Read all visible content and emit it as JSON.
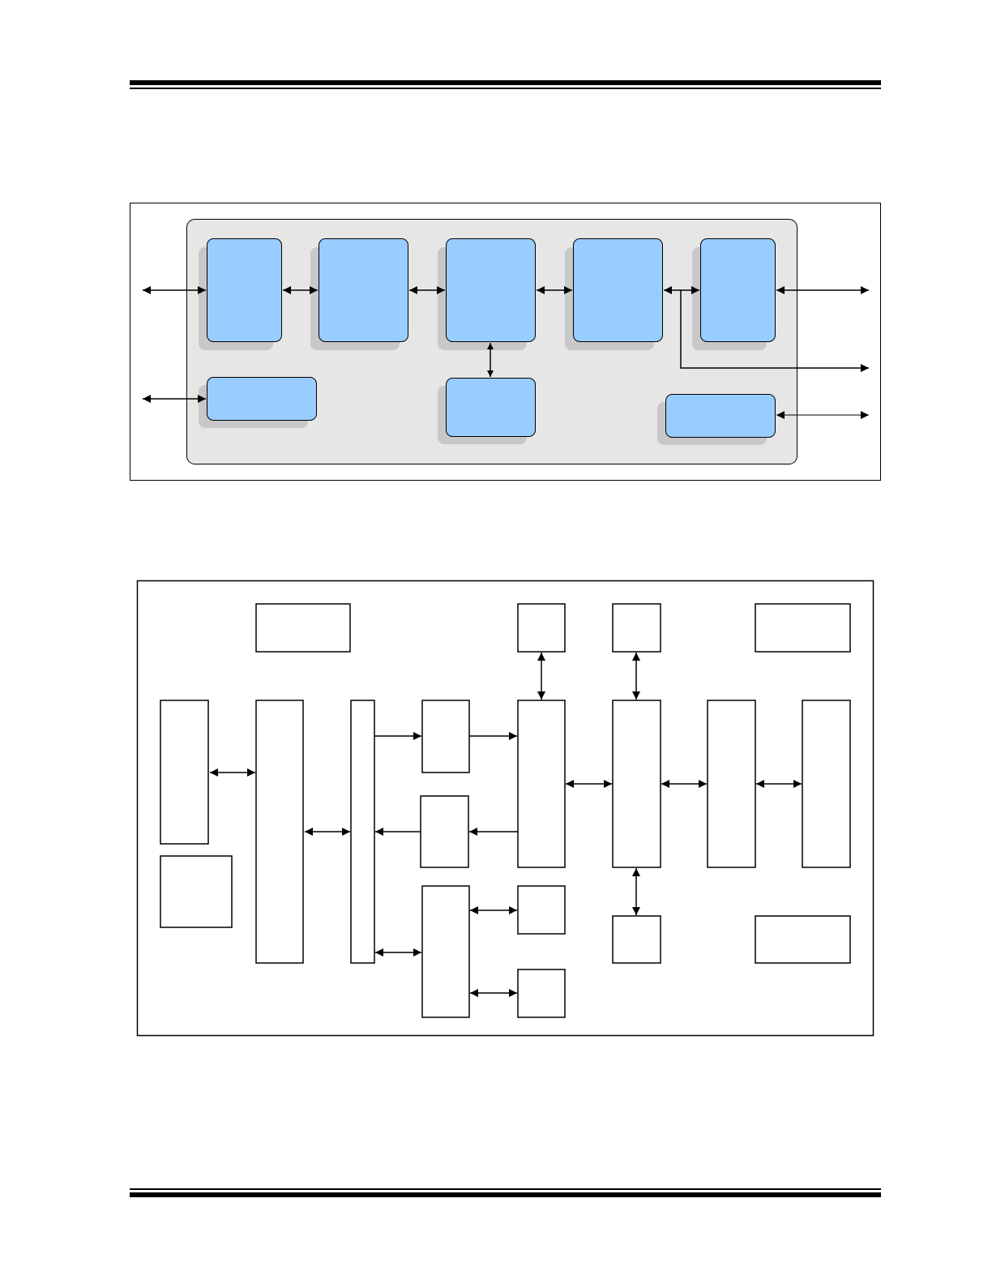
{
  "page": {
    "header_rules": "double",
    "footer_rules": "double"
  },
  "diagram_top": {
    "title": "",
    "container_color": "#e6e6e6",
    "block_color": "#99ccff",
    "blocks": [
      {
        "id": "block-1",
        "label": ""
      },
      {
        "id": "block-2",
        "label": ""
      },
      {
        "id": "block-3",
        "label": ""
      },
      {
        "id": "block-4",
        "label": ""
      },
      {
        "id": "block-5",
        "label": ""
      },
      {
        "id": "block-6",
        "label": ""
      },
      {
        "id": "block-7",
        "label": ""
      },
      {
        "id": "block-8",
        "label": ""
      }
    ]
  },
  "diagram_bottom": {
    "title": "",
    "box_color": "#ffffff",
    "blocks": [
      {
        "id": "box-a",
        "label": ""
      },
      {
        "id": "box-b",
        "label": ""
      },
      {
        "id": "box-c",
        "label": ""
      },
      {
        "id": "box-d",
        "label": ""
      },
      {
        "id": "box-e",
        "label": ""
      },
      {
        "id": "box-f",
        "label": ""
      },
      {
        "id": "box-g",
        "label": ""
      },
      {
        "id": "box-h",
        "label": ""
      },
      {
        "id": "box-i",
        "label": ""
      },
      {
        "id": "box-j",
        "label": ""
      },
      {
        "id": "box-k",
        "label": ""
      },
      {
        "id": "box-l",
        "label": ""
      },
      {
        "id": "box-m",
        "label": ""
      },
      {
        "id": "box-n",
        "label": ""
      },
      {
        "id": "box-o",
        "label": ""
      },
      {
        "id": "box-p",
        "label": ""
      },
      {
        "id": "box-q",
        "label": ""
      },
      {
        "id": "box-r",
        "label": ""
      },
      {
        "id": "box-s",
        "label": ""
      },
      {
        "id": "box-t",
        "label": ""
      },
      {
        "id": "box-u",
        "label": ""
      }
    ]
  }
}
